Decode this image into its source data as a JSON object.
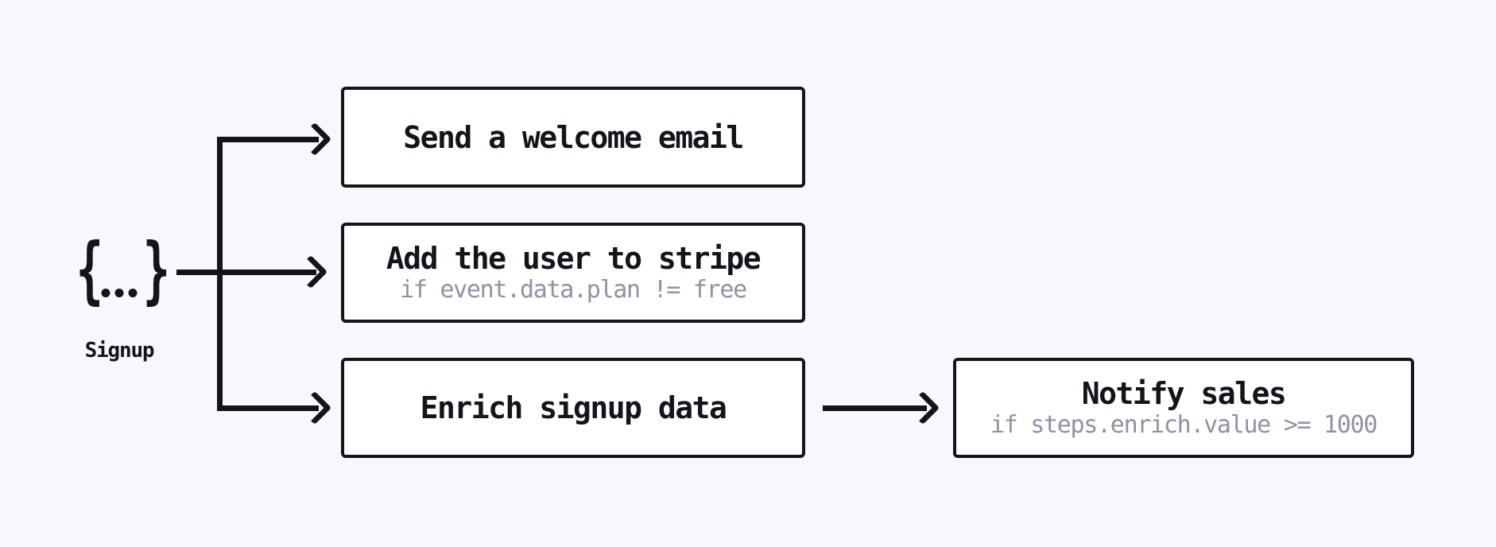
{
  "diagram": {
    "type": "workflow-fanout"
  },
  "trigger": {
    "label": "Signup",
    "icon": {
      "name": "json-event-icon",
      "open_brace": "{",
      "close_brace": "}"
    }
  },
  "nodes": [
    {
      "title": "Send a welcome email"
    },
    {
      "title": "Add the user to stripe",
      "condition": "if event.data.plan != free"
    },
    {
      "title": "Enrich signup data"
    },
    {
      "title": "Notify sales",
      "condition": "if steps.enrich.value >= 1000"
    }
  ],
  "colors": {
    "background": "#f7f7fc",
    "node_fill": "#ffffff",
    "stroke": "#14141d",
    "condition_text": "#8e92a3"
  }
}
